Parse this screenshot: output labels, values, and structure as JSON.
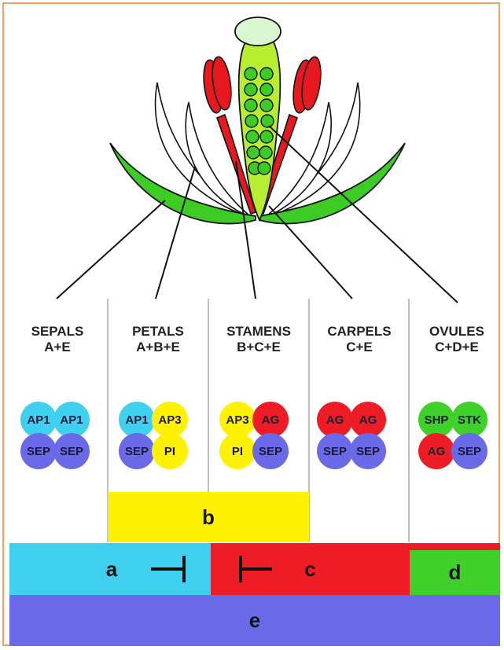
{
  "columns": [
    {
      "organ": "SEPALS",
      "formula": "A+E",
      "proteins": [
        "AP1",
        "AP1",
        "SEP",
        "SEP"
      ],
      "colors": [
        "#3fd0f0",
        "#3fd0f0",
        "#6a6ae8",
        "#6a6ae8"
      ]
    },
    {
      "organ": "PETALS",
      "formula": "A+B+E",
      "proteins": [
        "AP1",
        "AP3",
        "SEP",
        "PI"
      ],
      "colors": [
        "#3fd0f0",
        "#fff200",
        "#6a6ae8",
        "#fff200"
      ]
    },
    {
      "organ": "STAMENS",
      "formula": "B+C+E",
      "proteins": [
        "AP3",
        "AG",
        "PI",
        "SEP"
      ],
      "colors": [
        "#fff200",
        "#ee1c24",
        "#fff200",
        "#6a6ae8"
      ]
    },
    {
      "organ": "CARPELS",
      "formula": "C+E",
      "proteins": [
        "AG",
        "AG",
        "SEP",
        "SEP"
      ],
      "colors": [
        "#ee1c24",
        "#ee1c24",
        "#6a6ae8",
        "#6a6ae8"
      ]
    },
    {
      "organ": "OVULES",
      "formula": "C+D+E",
      "proteins": [
        "SHP",
        "STK",
        "AG",
        "SEP"
      ],
      "colors": [
        "#3fd029",
        "#3fd029",
        "#ee1c24",
        "#6a6ae8"
      ]
    }
  ],
  "bands": {
    "a": "a",
    "b": "b",
    "c": "c",
    "d": "d",
    "e": "e"
  },
  "colors": {
    "a_class": "#3fd0f0",
    "b_class": "#fff200",
    "c_class": "#ee1c24",
    "d_class": "#3fd029",
    "e_class": "#6a6ae8",
    "frame": "#f0a060"
  }
}
